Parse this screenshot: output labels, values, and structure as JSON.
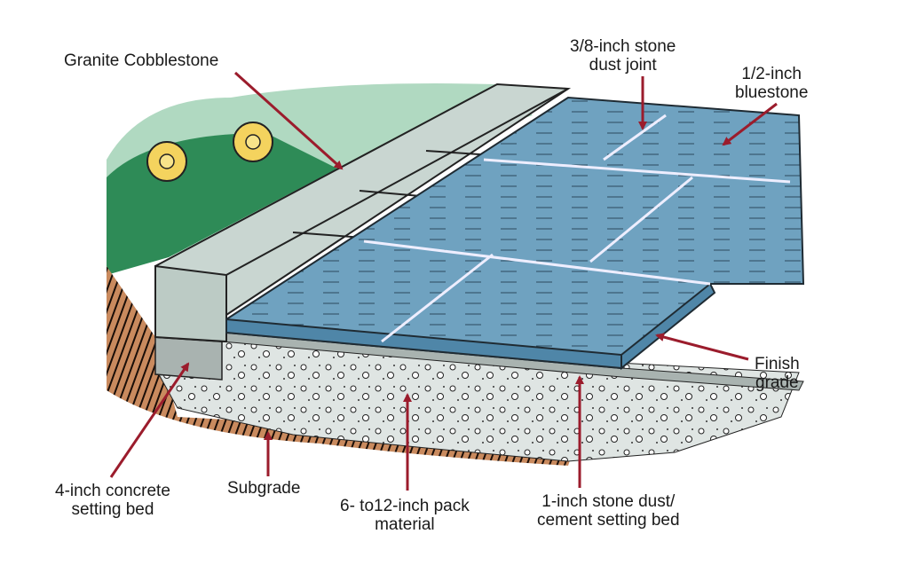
{
  "diagram": {
    "subject": "Bluestone patio cross-section",
    "colors": {
      "arrow": "#9b1c2c",
      "bluestone": "#6fa2c0",
      "bluestone_edge": "#4f86a8",
      "cobblestone": "#c9d6d1",
      "setting_bed": "#a9b3b0",
      "pack_material": "#dfe5e3",
      "subgrade": "#7a3b1e",
      "grass": "#2e8b57"
    },
    "labels": {
      "granite_cobblestone": {
        "lines": [
          "Granite Cobblestone"
        ]
      },
      "stone_dust_joint": {
        "lines": [
          "3/8-inch stone",
          "dust joint"
        ]
      },
      "bluestone": {
        "lines": [
          "1/2-inch",
          "bluestone"
        ]
      },
      "finish_grade": {
        "lines": [
          "Finish",
          "grade"
        ]
      },
      "concrete_setting_bed": {
        "lines": [
          "4-inch concrete",
          "setting bed"
        ]
      },
      "subgrade": {
        "lines": [
          "Subgrade"
        ]
      },
      "pack_material": {
        "lines": [
          "6- to12-inch pack",
          "material"
        ]
      },
      "stone_dust_bed": {
        "lines": [
          "1-inch stone dust/",
          "cement setting bed"
        ]
      }
    }
  }
}
